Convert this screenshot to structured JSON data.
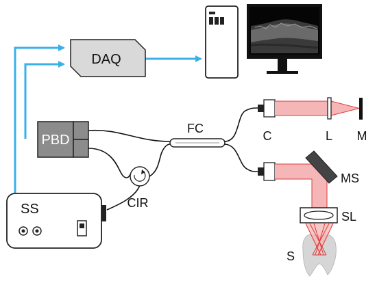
{
  "labels": {
    "daq": "DAQ",
    "pbd": "PBD",
    "fc": "FC",
    "cir": "CIR",
    "ss": "SS",
    "c": "C",
    "l": "L",
    "m": "M",
    "ms": "MS",
    "sl": "SL",
    "s": "S"
  },
  "colors": {
    "signal_arrow": "#3ab0e8",
    "beam": "#e03a3a",
    "beam_fill": "#f4b6b6",
    "pbd_fill": "#8c8c8c",
    "daq_fill": "#d9d9d9"
  }
}
